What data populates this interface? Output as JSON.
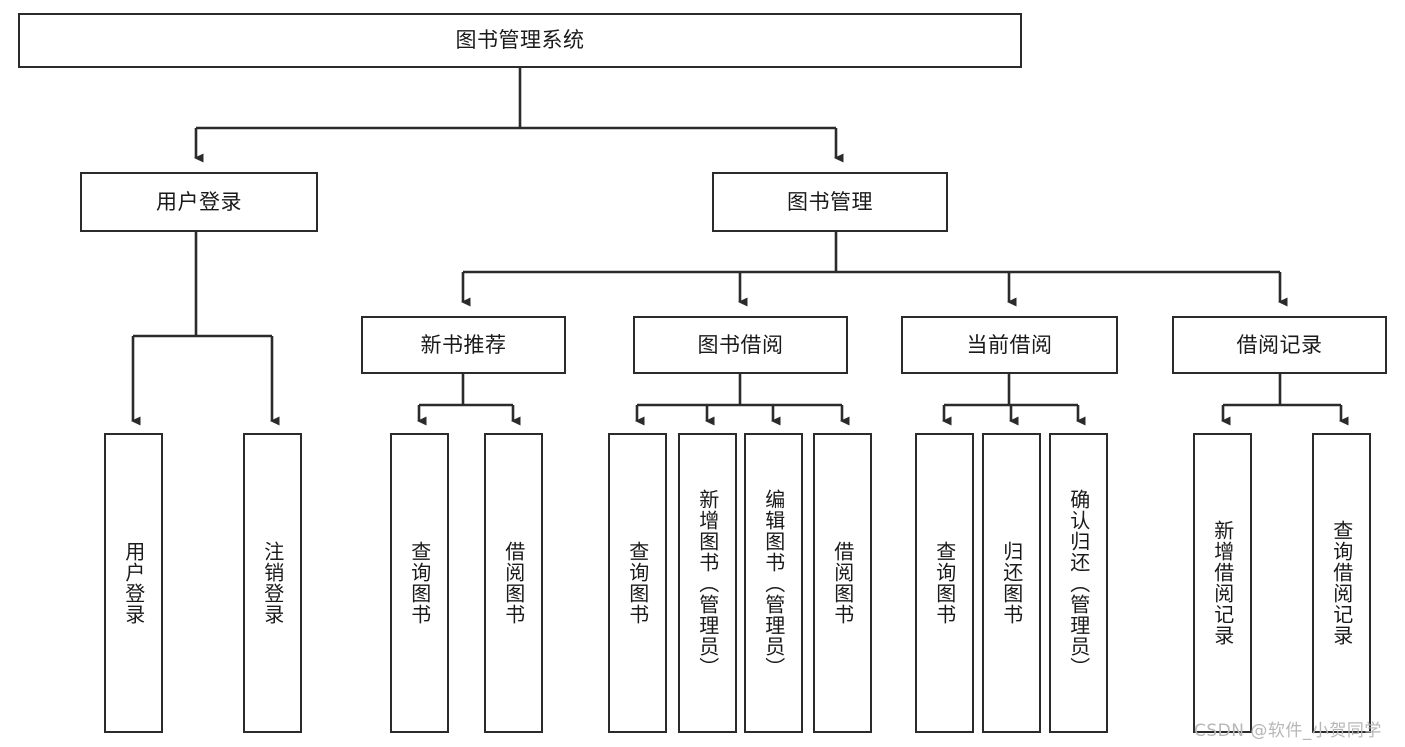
{
  "diagram": {
    "type": "tree",
    "title": "图书管理系统",
    "watermark": "CSDN @软件_小贺同学",
    "colors": {
      "stroke": "#2b2b2b",
      "fill": "#ffffff",
      "text": "#1a1a1a",
      "watermark": "#b7b7b7"
    },
    "levels": {
      "root": {
        "label": "图书管理系统"
      },
      "level1": [
        {
          "label": "用户登录"
        },
        {
          "label": "图书管理"
        }
      ],
      "level2": [
        {
          "label": "新书推荐"
        },
        {
          "label": "图书借阅"
        },
        {
          "label": "当前借阅"
        },
        {
          "label": "借阅记录"
        }
      ],
      "leaves": {
        "user_login": [
          {
            "label": "用户登录"
          },
          {
            "label": "注销登录"
          }
        ],
        "new_book_recommend": [
          {
            "label": "查询图书"
          },
          {
            "label": "借阅图书"
          }
        ],
        "book_borrow": [
          {
            "label": "查询图书"
          },
          {
            "label": "新增图书（管理员）"
          },
          {
            "label": "编辑图书（管理员）"
          },
          {
            "label": "借阅图书"
          }
        ],
        "current_borrow": [
          {
            "label": "查询图书"
          },
          {
            "label": "归还图书"
          },
          {
            "label": "确认归还（管理员）"
          }
        ],
        "borrow_record": [
          {
            "label": "新增借阅记录"
          },
          {
            "label": "查询借阅记录"
          }
        ]
      }
    }
  }
}
